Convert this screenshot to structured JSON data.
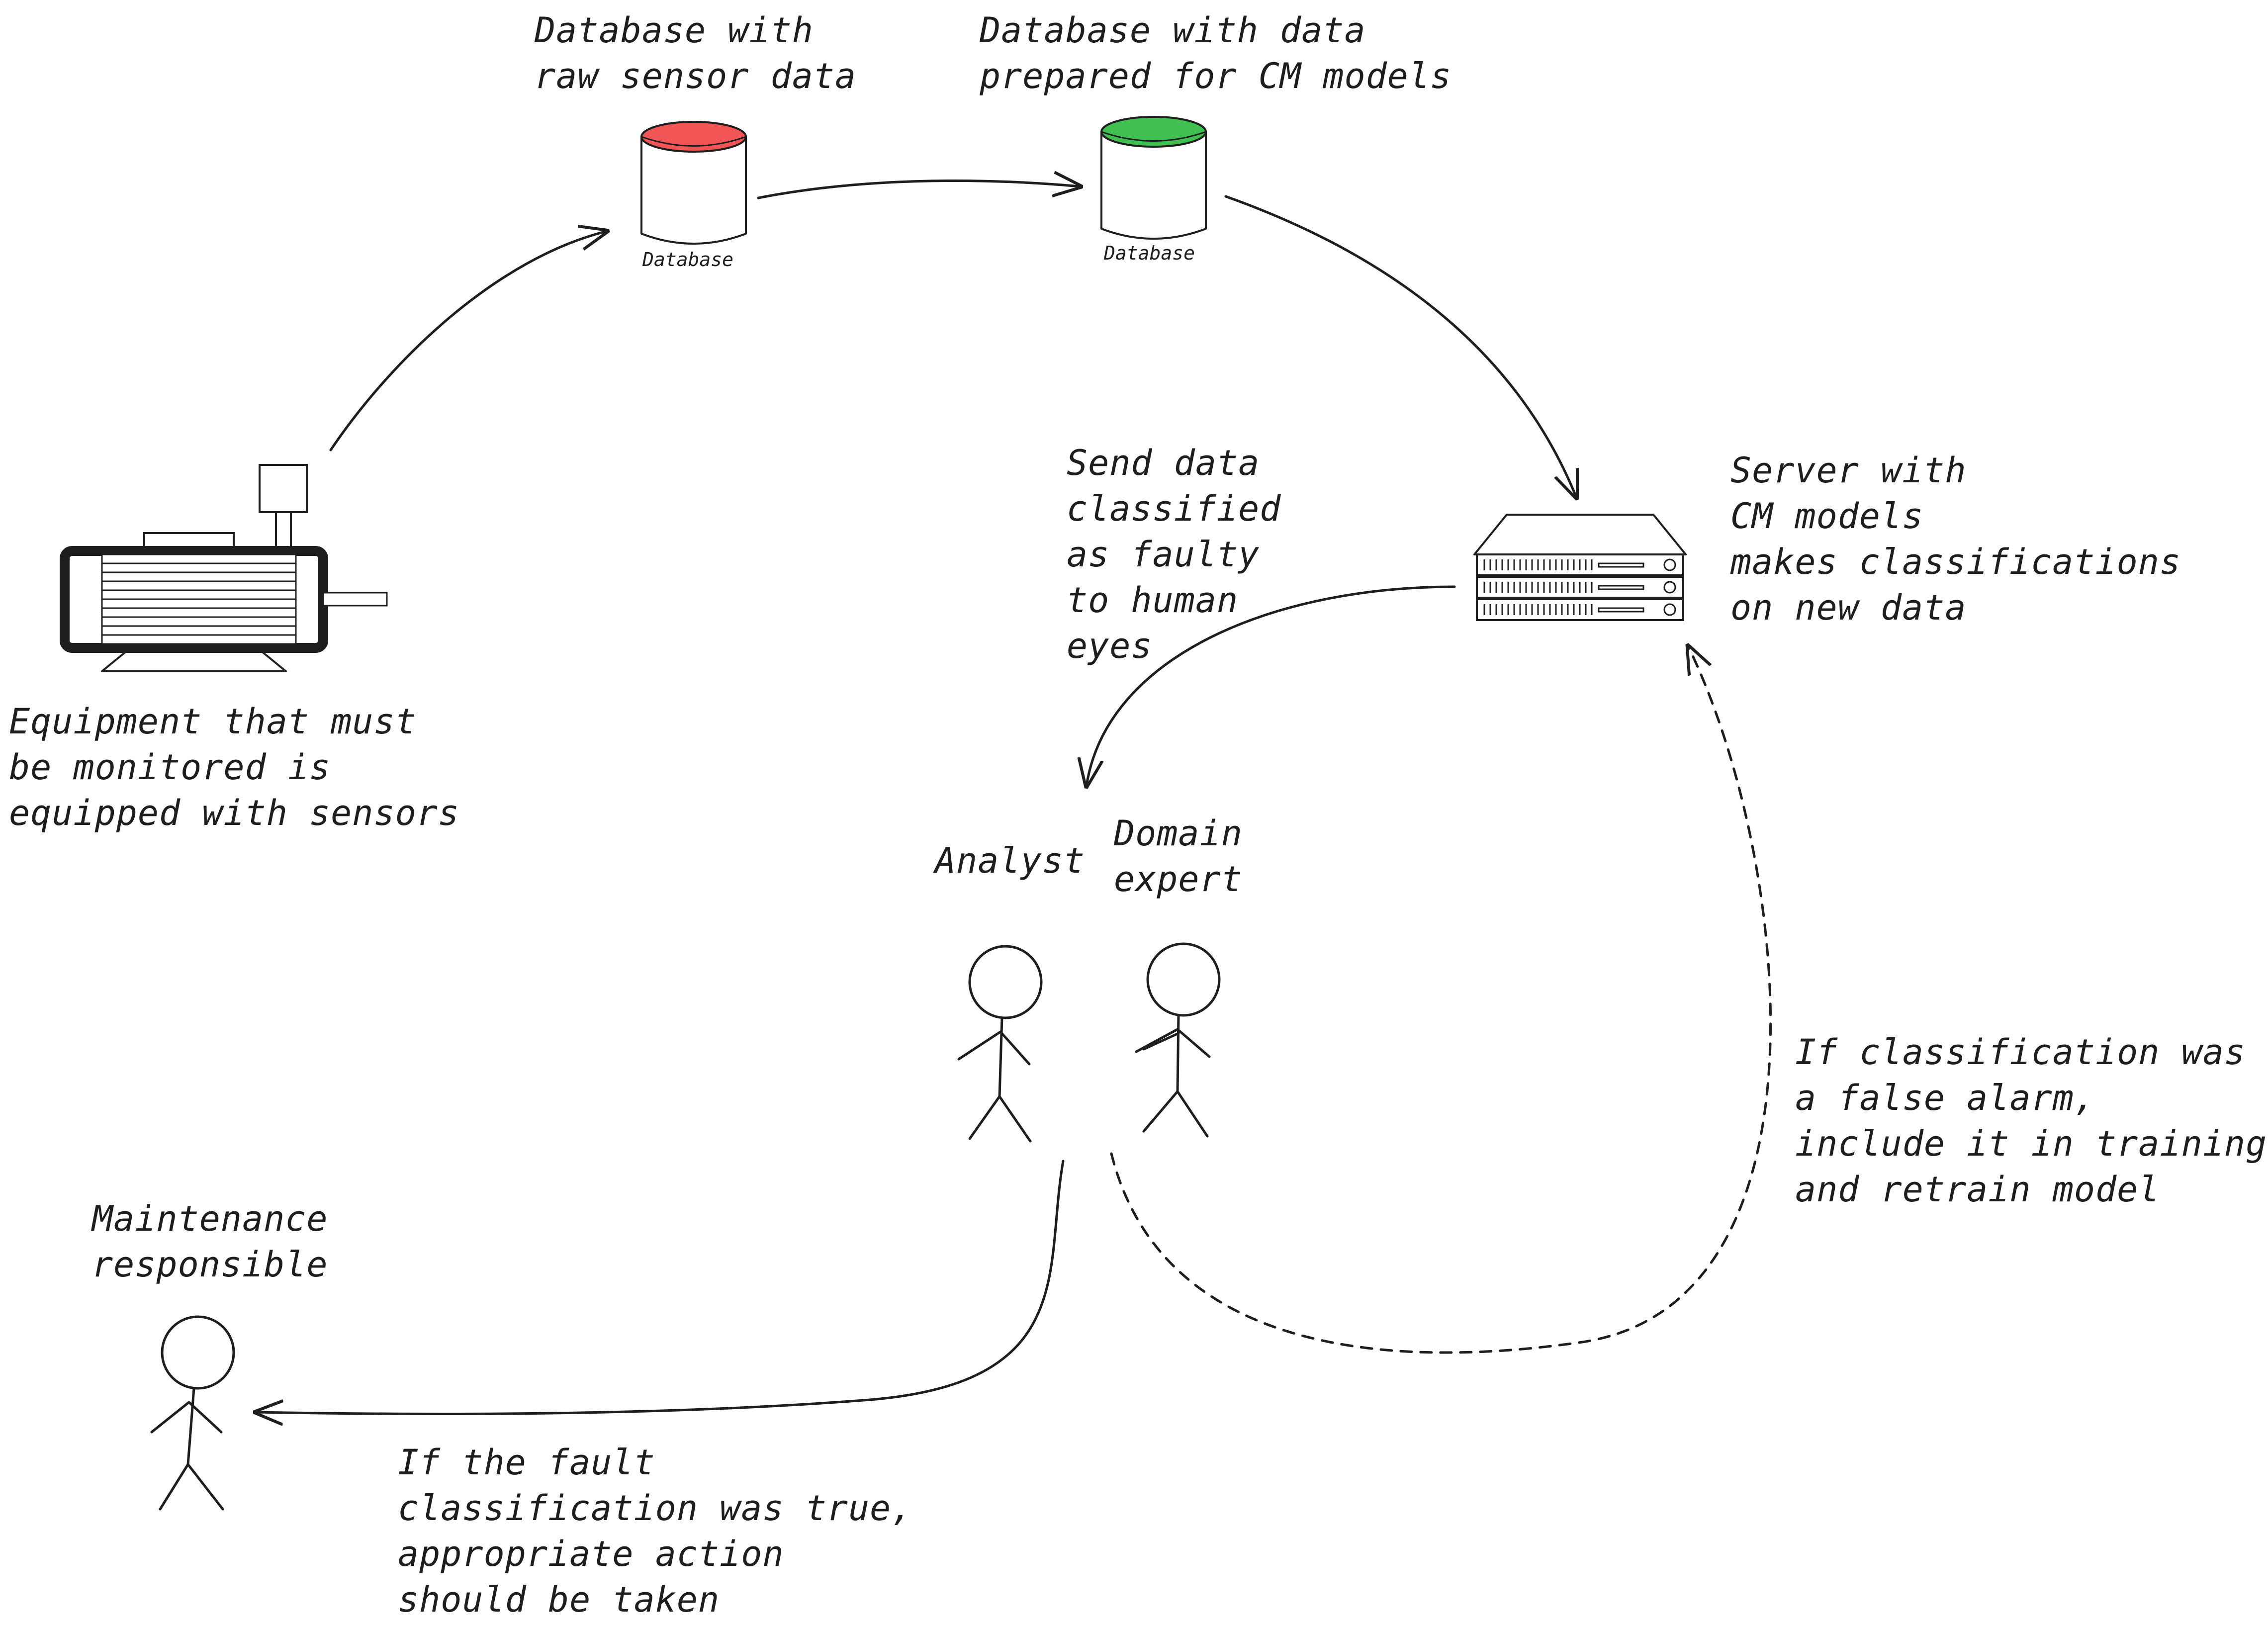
{
  "labels": {
    "db_raw": [
      "Database with",
      "raw sensor data"
    ],
    "db_prepared": [
      "Database with data",
      "prepared for CM models"
    ],
    "db_caption_raw": "Database",
    "db_caption_prepared": "Database",
    "equipment": [
      "Equipment that must",
      "be monitored is",
      "equipped with sensors"
    ],
    "server": [
      "Server with",
      "CM models",
      "makes classifications",
      "on new data"
    ],
    "send_data": [
      "Send data",
      "classified",
      "as faulty",
      "to human",
      "eyes"
    ],
    "analyst": "Analyst",
    "domain_expert": [
      "Domain",
      "expert"
    ],
    "maintenance": [
      "Maintenance",
      "responsible"
    ],
    "true_fault": [
      "If the fault",
      "classification was true,",
      "appropriate action",
      "should be taken"
    ],
    "false_alarm": [
      "If classification was",
      "a false alarm,",
      "include it in training data",
      "and retrain model"
    ]
  },
  "colors": {
    "db_raw": "#f25555",
    "db_prepared": "#40c050",
    "ink": "#1e1e1e"
  },
  "icons": {
    "equipment": "electric-motor-icon",
    "database": "database-cylinder-icon",
    "server": "server-rack-icon",
    "person": "stick-figure-icon"
  }
}
